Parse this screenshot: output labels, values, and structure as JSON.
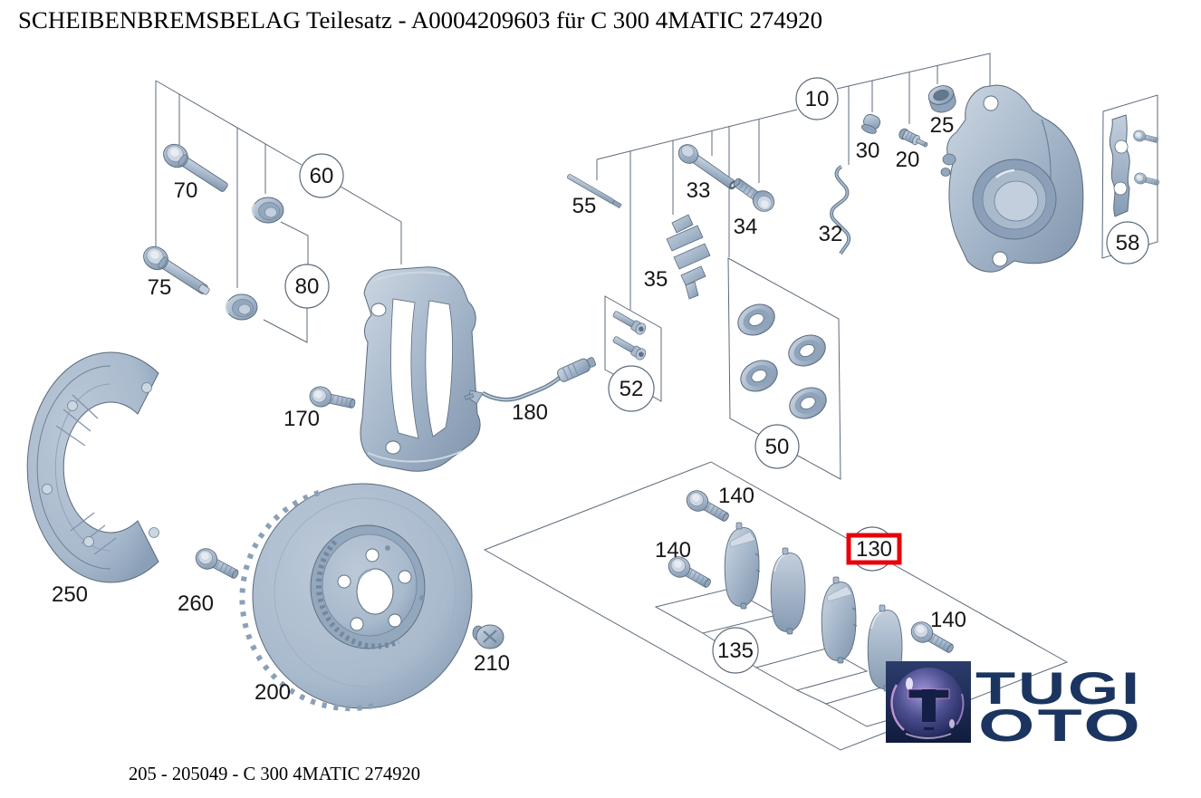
{
  "header": {
    "title": "SCHEIBENBREMSBELAG Teilesatz - A0004209603 für C 300 4MATIC  274920"
  },
  "footer": {
    "caption": "205 - 205049 - C 300 4MATIC  274920"
  },
  "diagram": {
    "highlighted": "130",
    "labels": {
      "10": "10",
      "20": "20",
      "25": "25",
      "30": "30",
      "32": "32",
      "33": "33",
      "34": "34",
      "35": "35",
      "50": "50",
      "52": "52",
      "55": "55",
      "58": "58",
      "60": "60",
      "70": "70",
      "75": "75",
      "80": "80",
      "130": "130",
      "135": "135",
      "140": "140",
      "170": "170",
      "180": "180",
      "200": "200",
      "210": "210",
      "250": "250",
      "260": "260"
    }
  },
  "watermark": {
    "line1": "TUGI",
    "line2": "OTO",
    "monogram": "T"
  },
  "colors": {
    "part_base": "#a9bacd",
    "part_mid": "#8fa3ba",
    "part_dark": "#6e8299",
    "part_light": "#cdd7e2",
    "line": "#5d6b7b",
    "highlight_red": "#e8000b",
    "logo_navy": "#1b3560"
  }
}
